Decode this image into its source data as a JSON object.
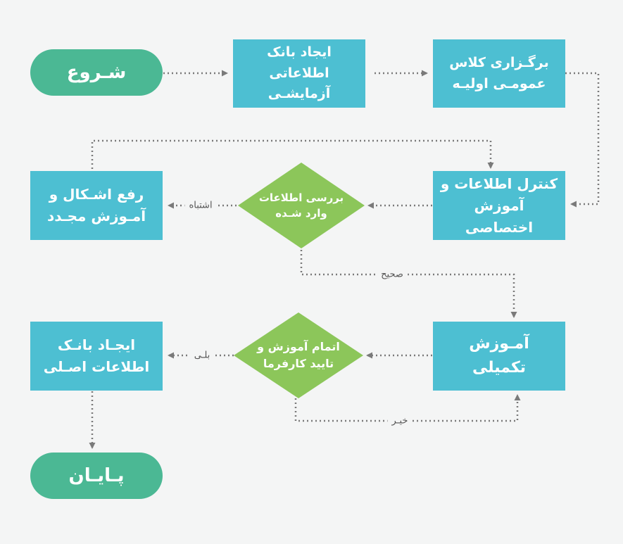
{
  "nodes": {
    "start": "شـروع",
    "create_test_bank": "ایجاد بانک اطلاعاتی\nآزمایشـی",
    "general_class": "برگـزاری کلاس\nعمومـی اولیـه",
    "data_control": "کنترل اطلاعات و\nآموزش اختصاصی",
    "review_data": "بررسی اطلاعات\nوارد شـده",
    "fix_issues": "رفع اشـکال و\nآمـوزش مجـدد",
    "advanced_training": "آمـوزش تکمیلی",
    "finish_approve": "اتمام آموزش و\nتایید کارفرما",
    "create_main_bank": "ایجـاد بانـک\nاطلاعات اصـلی",
    "end": "پـایـان"
  },
  "edge_labels": {
    "wrong": "اشتباه",
    "correct": "صحیح",
    "yes": "بلـی",
    "no": "خیـر"
  },
  "colors": {
    "rect_fill": "#4dbfd2",
    "pill_fill": "#4bb894",
    "diamond_fill": "#8cc65a",
    "connector": "#7a7a7a",
    "background": "#f4f5f5"
  }
}
